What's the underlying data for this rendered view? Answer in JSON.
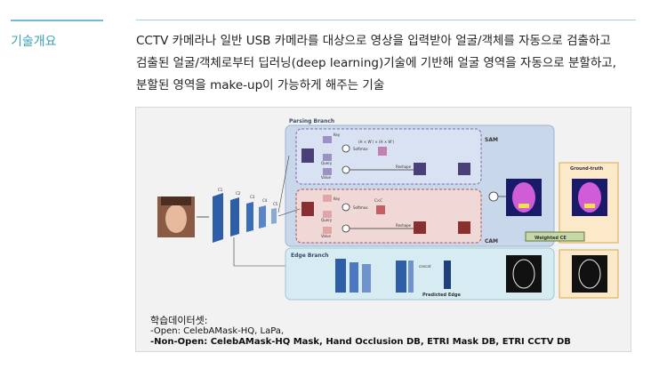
{
  "section": {
    "label": "기술개요"
  },
  "description": {
    "lines": [
      "CCTV 카메라나 일반 USB 카메라를 대상으로 영상을 입력받아 얼굴/객체를 자동으로 검출하고",
      "검출된 얼굴/객체로부터 딥러닝(deep learning)기술에 기반해 얼굴 영역을 자동으로 분할하고,",
      "분할된 영역을 make-up이 가능하게 해주는 기술"
    ]
  },
  "figure": {
    "parsing_branch": "Parsing Branch",
    "edge_branch": "Edge Branch",
    "sam": "SAM",
    "cam": "CAM",
    "ground_truth": "Ground-truth",
    "weighted_ce": "Weighted CE",
    "predicted_edge": "Predicted Edge",
    "concat": "concat",
    "key": "Key",
    "query": "Query",
    "value": "Value",
    "softmax": "Softmax",
    "reshape": "Reshape",
    "sam_shape": "(H × W') × (H × W')",
    "cam_shape": "C×C",
    "layers": [
      "C1",
      "C2",
      "C3",
      "C4",
      "C5"
    ],
    "dataset": {
      "title": "학습데이터셋:",
      "open": "-Open: CelebAMask-HQ, LaPa,",
      "non_open": "-Non-Open: CelebAMask-HQ Mask, Hand Occlusion DB, ETRI Mask DB, ETRI CCTV DB"
    }
  }
}
